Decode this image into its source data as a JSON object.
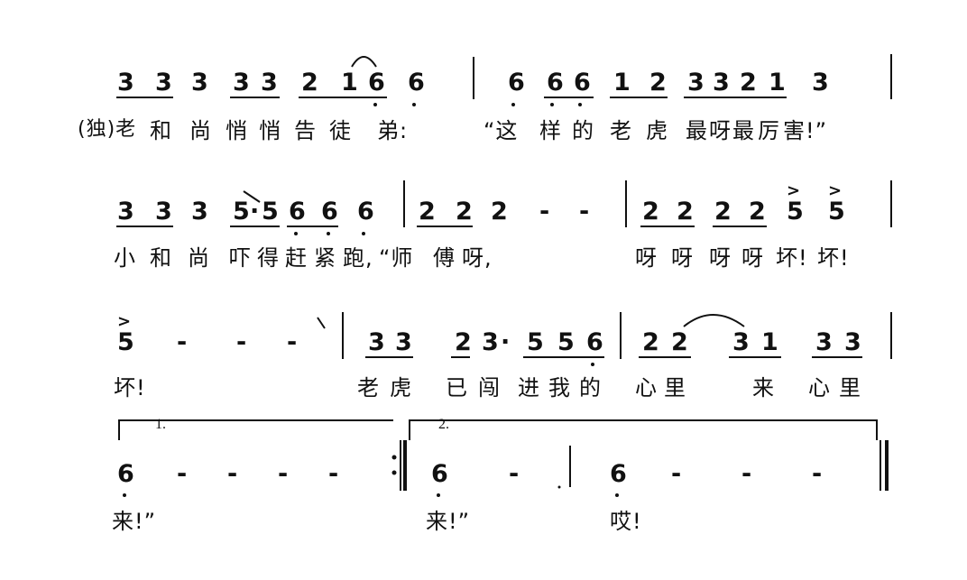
{
  "score": {
    "row1": {
      "notes": [
        "3",
        "3",
        "3",
        "3",
        "3",
        "2",
        "1",
        "6",
        "6",
        "6",
        "6",
        "6",
        "1",
        "2",
        "3",
        "3",
        "2",
        "1",
        "3"
      ],
      "lyrics": [
        "(独)老",
        "和",
        "尚",
        "悄",
        "悄",
        "告",
        "徒",
        "弟:",
        "“这",
        "样",
        "的",
        "老",
        "虎",
        "最",
        "呀",
        "最",
        "厉",
        "害!”"
      ]
    },
    "row2": {
      "notes": [
        "3",
        "3",
        "3",
        "5",
        "·",
        "5",
        "6",
        "6",
        "6",
        "2",
        "2",
        "2",
        "2",
        "2",
        "2",
        "2",
        "5",
        "5"
      ],
      "dashes": [
        "-",
        "-"
      ],
      "accents": [
        ">",
        ">"
      ],
      "lyrics": [
        "小",
        "和",
        "尚",
        "吓",
        "得",
        "赶",
        "紧",
        "跑,",
        "“师",
        "傅",
        "呀,",
        "呀",
        "呀",
        "呀",
        "呀",
        "坏!",
        "坏!"
      ]
    },
    "row3": {
      "notes": [
        "5",
        "3",
        "3",
        "2",
        "3",
        "·",
        "5",
        "5",
        "6",
        "2",
        "2",
        "3",
        "1",
        "3",
        "3"
      ],
      "dashes": [
        "-",
        "-",
        "-"
      ],
      "accent": ">",
      "lyrics": [
        "坏!",
        "老",
        "虎",
        "已",
        "闯",
        "进",
        "我",
        "的",
        "心",
        "里",
        "来",
        "心",
        "里"
      ]
    },
    "row4": {
      "volta1": "1.",
      "volta2": "2.",
      "notes": [
        "6",
        "6",
        "6"
      ],
      "dashes": [
        "-",
        "-",
        "-",
        "-",
        "-",
        "-",
        "-",
        "-"
      ],
      "lyrics": [
        "来!”",
        "来!”",
        "哎!"
      ]
    }
  }
}
